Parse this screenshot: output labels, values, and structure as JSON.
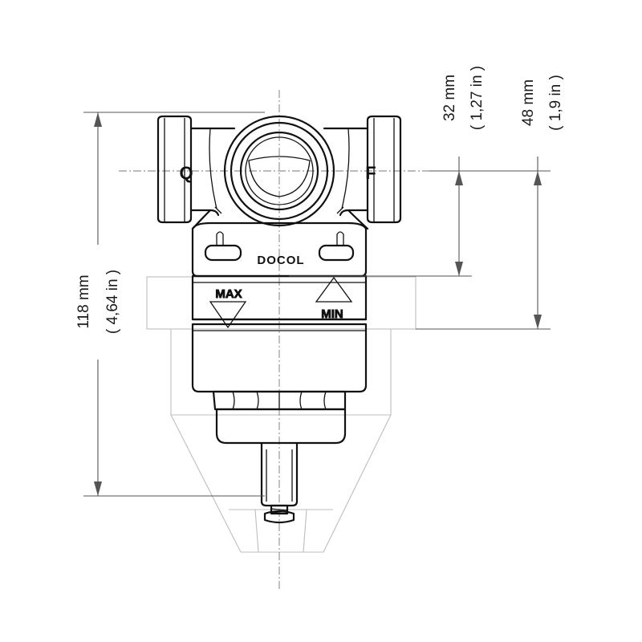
{
  "drawing": {
    "product_markings": {
      "inlet_letter": "Q",
      "outlet_letter": "F",
      "brand": "DOCOL",
      "max_label": "MAX",
      "min_label": "MIN"
    },
    "dimensions": {
      "total_height": {
        "metric": "118 mm",
        "imperial": "( 4,64 in )"
      },
      "inlet_to_body": {
        "metric": "32 mm",
        "imperial": "( 1,27 in )"
      },
      "inlet_to_flange": {
        "metric": "48 mm",
        "imperial": "( 1,9 in )"
      }
    },
    "colors": {
      "outline": "#111111",
      "ghost": "#bdbdbd",
      "dimension": "#555555"
    }
  }
}
